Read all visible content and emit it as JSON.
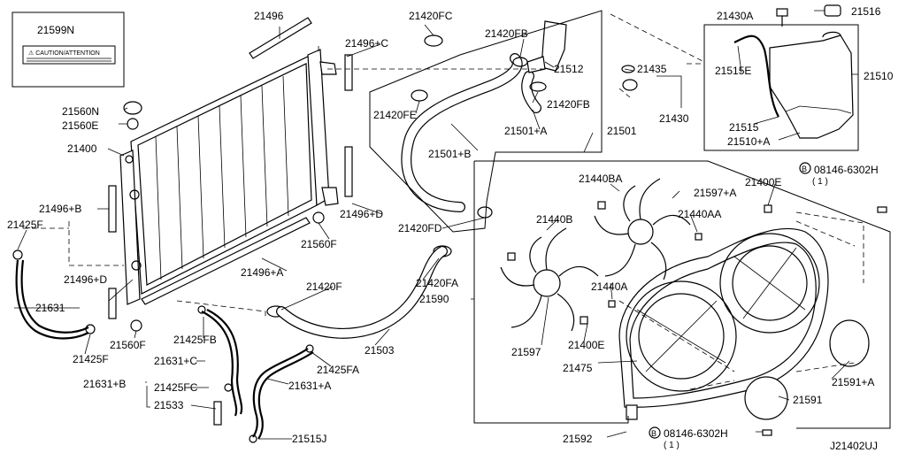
{
  "diagram_id": "J21402UJ",
  "caution_label": {
    "part_no": "21599N",
    "text": "⚠ CAUTION/ATTENTION"
  },
  "parts": {
    "p21496": "21496",
    "p21420FC": "21420FC",
    "p21420FB_top": "21420FB",
    "p21512": "21512",
    "p21496C": "21496+C",
    "p21435": "21435",
    "p21430": "21430",
    "p21430A": "21430A",
    "p21516": "21516",
    "p21515E": "21515E",
    "p21510": "21510",
    "p21515": "21515",
    "p21510A": "21510+A",
    "p21560N": "21560N",
    "p21560E": "21560E",
    "p21420FE": "21420FE",
    "p21420FB_mid": "21420FB",
    "p21501A": "21501+A",
    "p21501": "21501",
    "p21400": "21400",
    "p21501B": "21501+B",
    "p21440BA": "21440BA",
    "p21597A": "21597+A",
    "p21400E_top": "21400E",
    "bolt_top": "08146-6302H",
    "bolt_top_qty": "( 1 )",
    "p21496B": "21496+B",
    "p21496D_r": "21496+D",
    "p21440AA": "21440AA",
    "p21440B": "21440B",
    "p21425F_top": "21425F",
    "p21560F_top": "21560F",
    "p21420FD": "21420FD",
    "p21496A": "21496+A",
    "p21496D_l": "21496+D",
    "p21420F": "21420F",
    "p21420FA": "21420FA",
    "p21440A": "21440A",
    "p21631": "21631",
    "p21590": "21590",
    "p21560F_bot": "21560F",
    "p21425FB": "21425FB",
    "p21503": "21503",
    "p21400E_bot": "21400E",
    "p21425F_bot": "21425F",
    "p21597": "21597",
    "p21631C": "21631+C",
    "p21425FA": "21425FA",
    "p21475": "21475",
    "p21591A": "21591+A",
    "p21631B": "21631+B",
    "p21425FC": "21425FC",
    "p21631A": "21631+A",
    "p21591": "21591",
    "p21533": "21533",
    "p21515J": "21515J",
    "p21592": "21592",
    "bolt_bot": "08146-6302H",
    "bolt_bot_qty": "( 1 )"
  },
  "bolt_marker": "B"
}
